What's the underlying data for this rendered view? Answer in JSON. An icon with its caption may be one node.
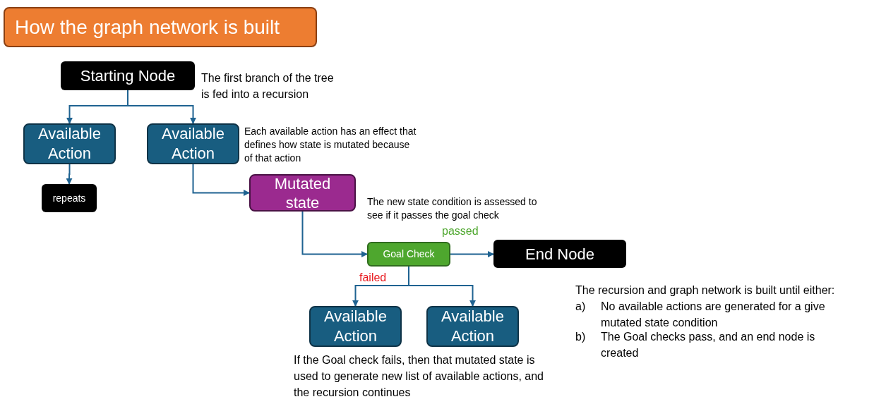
{
  "diagram": {
    "title": "How the graph network is built",
    "nodes": [
      {
        "text": [
          "Starting Node"
        ],
        "beside": [
          "The first branch of the tree is fed into a recursion"
        ]
      },
      {
        "text": [
          "Available Action"
        ]
      },
      {
        "text": [
          "Available Action"
        ],
        "beside": [
          "Each available action has an effect that defines how state is mutated because of that action"
        ]
      },
      {
        "text": [
          "repeats"
        ]
      },
      {
        "text": [
          "Mutated state"
        ],
        "beside": [
          "The new state condition is assessed to see if it passes the goal check"
        ]
      },
      {
        "text": [
          "Goal Check"
        ]
      },
      {
        "text": [
          "End Node"
        ]
      },
      {
        "text": [
          "Available Action"
        ]
      },
      {
        "text": [
          "Available Action"
        ]
      }
    ],
    "edges": [
      {
        "from": 0,
        "to": 1,
        "arrow": "to"
      },
      {
        "from": 0,
        "to": 2,
        "arrow": "to"
      },
      {
        "from": 1,
        "to": 3,
        "arrow": "to"
      },
      {
        "from": 2,
        "to": 4,
        "arrow": "to"
      },
      {
        "from": 4,
        "to": 5,
        "arrow": "to"
      },
      {
        "from": 5,
        "to": 6,
        "arrow": "to",
        "label": "passed"
      },
      {
        "from": 5,
        "to": 7,
        "arrow": "to",
        "label": "failed"
      },
      {
        "from": 5,
        "to": 8,
        "arrow": "to"
      }
    ],
    "labels": [
      "If the Goal check fails, then that mutated state is used to generate new list of available actions, and the recursion continues",
      "The recursion and graph network is built until either:",
      "a)",
      "No available actions are generated for a give mutated state condition",
      "b)",
      "The Goal checks pass, and an end node is created"
    ]
  }
}
